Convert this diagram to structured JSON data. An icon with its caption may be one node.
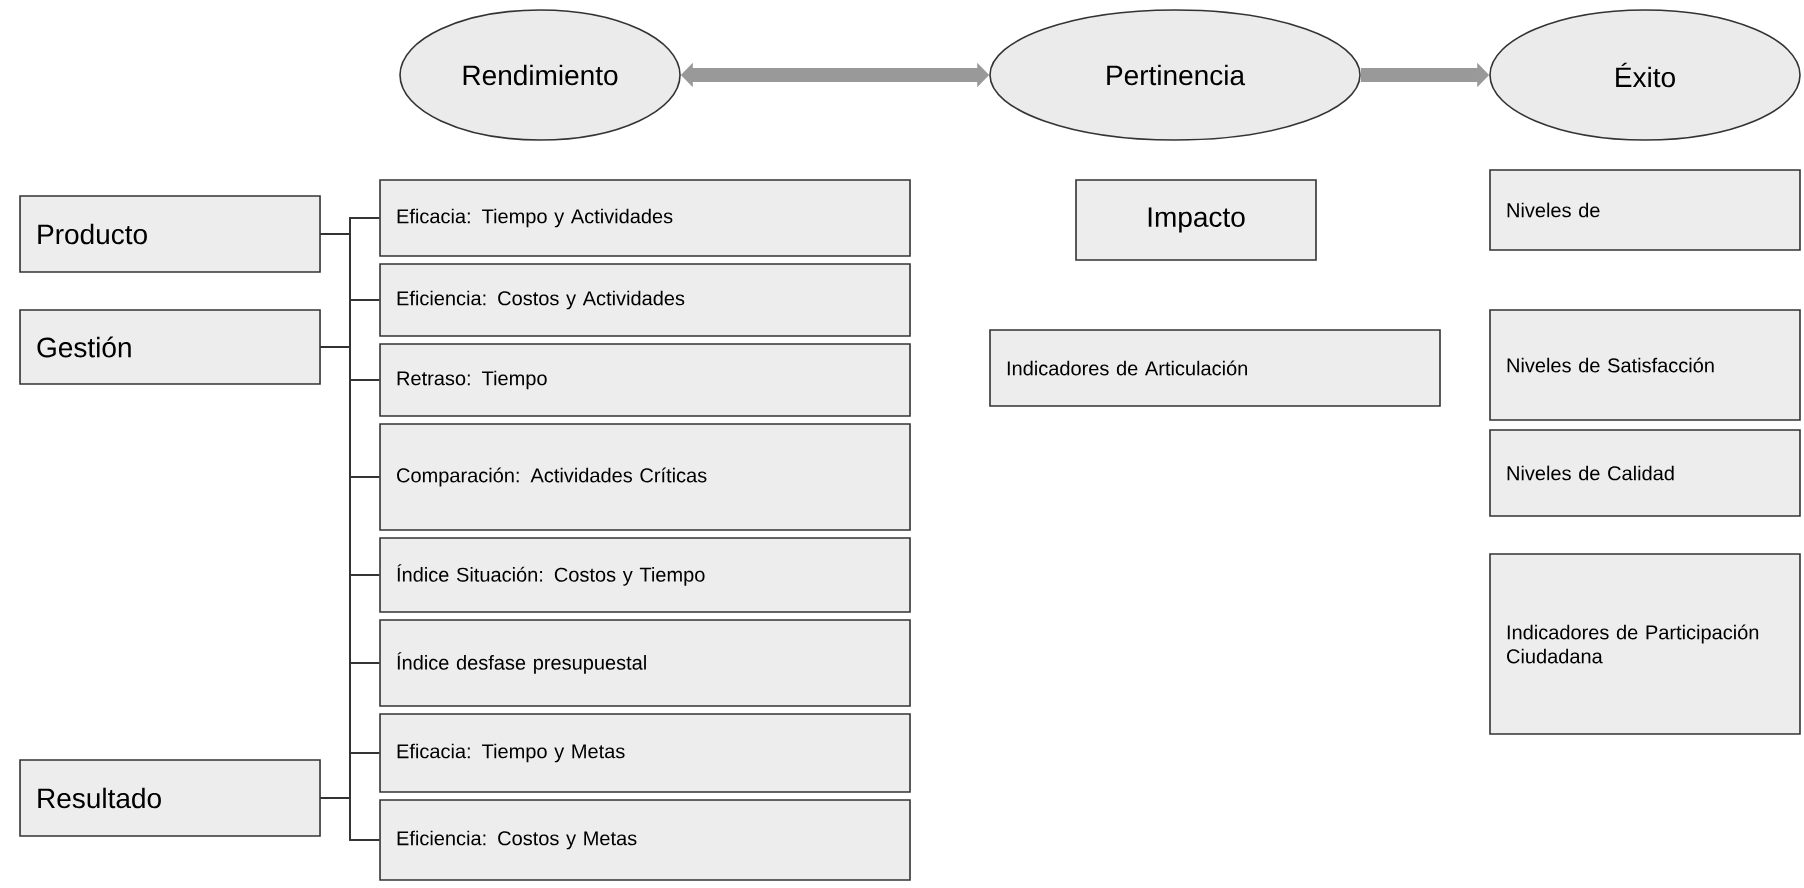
{
  "diagram": {
    "nodes": [
      {
        "text": [
          "Rendimiento"
        ]
      },
      {
        "text": [
          "Pertinencia"
        ]
      },
      {
        "text": [
          "Éxito"
        ]
      },
      {
        "text": [
          "Producto"
        ]
      },
      {
        "text": [
          "Gestión"
        ]
      },
      {
        "text": [
          "Resultado"
        ]
      },
      {
        "text": [
          "Eficacia: Tiempo y Actividades"
        ]
      },
      {
        "text": [
          "Eficiencia: Costos y Actividades"
        ]
      },
      {
        "text": [
          "Retraso: Tiempo"
        ]
      },
      {
        "text": [
          "Comparación: Actividades Críticas"
        ]
      },
      {
        "text": [
          "Índice Situación: Costos y Tiempo"
        ]
      },
      {
        "text": [
          "Índice desfase presupuestal"
        ]
      },
      {
        "text": [
          "Eficacia: Tiempo y Metas"
        ]
      },
      {
        "text": [
          "Eficiencia: Costos y Metas"
        ]
      },
      {
        "text": [
          "Impacto"
        ]
      },
      {
        "text": [
          "Indicadores de Articulación"
        ]
      },
      {
        "text": [
          "Niveles de"
        ]
      },
      {
        "text": [
          "Niveles de Satisfacción"
        ]
      },
      {
        "text": [
          "Niveles de Calidad"
        ]
      },
      {
        "text": [
          "Indicadores de Participación Ciudadana"
        ]
      }
    ],
    "edges": [
      {
        "from": 0,
        "to": 1,
        "arrow": "both",
        "style": "thick",
        "color": "#999999"
      },
      {
        "from": 1,
        "to": 2,
        "arrow": "to",
        "style": "thick",
        "color": "#999999"
      },
      {
        "from": 3,
        "to": 6,
        "arrow": "none"
      },
      {
        "from": 3,
        "to": 7,
        "arrow": "none"
      },
      {
        "from": 3,
        "to": 8,
        "arrow": "none"
      },
      {
        "from": 3,
        "to": 9,
        "arrow": "none"
      },
      {
        "from": 3,
        "to": 10,
        "arrow": "none"
      },
      {
        "from": 3,
        "to": 11,
        "arrow": "none"
      },
      {
        "from": 3,
        "to": 12,
        "arrow": "none"
      },
      {
        "from": 3,
        "to": 13,
        "arrow": "none"
      },
      {
        "from": 4,
        "to": 6,
        "arrow": "none"
      },
      {
        "from": 4,
        "to": 7,
        "arrow": "none"
      },
      {
        "from": 4,
        "to": 8,
        "arrow": "none"
      },
      {
        "from": 4,
        "to": 9,
        "arrow": "none"
      },
      {
        "from": 4,
        "to": 10,
        "arrow": "none"
      },
      {
        "from": 4,
        "to": 11,
        "arrow": "none"
      },
      {
        "from": 4,
        "to": 12,
        "arrow": "none"
      },
      {
        "from": 4,
        "to": 13,
        "arrow": "none"
      },
      {
        "from": 5,
        "to": 6,
        "arrow": "none"
      },
      {
        "from": 5,
        "to": 7,
        "arrow": "none"
      },
      {
        "from": 5,
        "to": 8,
        "arrow": "none"
      },
      {
        "from": 5,
        "to": 9,
        "arrow": "none"
      },
      {
        "from": 5,
        "to": 10,
        "arrow": "none"
      },
      {
        "from": 5,
        "to": 11,
        "arrow": "none"
      },
      {
        "from": 5,
        "to": 12,
        "arrow": "none"
      },
      {
        "from": 5,
        "to": 13,
        "arrow": "none"
      }
    ]
  }
}
